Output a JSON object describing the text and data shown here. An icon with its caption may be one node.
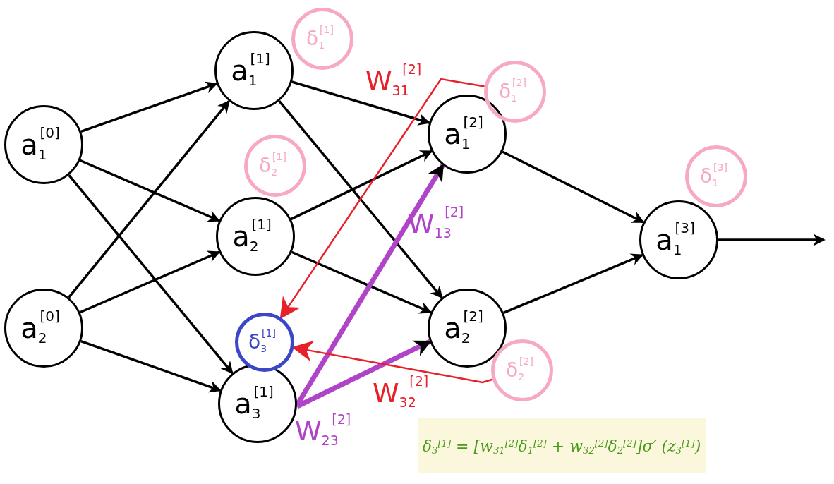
{
  "diagram": {
    "nodes": [
      {
        "text": [
          "a$_{1}$$^{[0]}$"
        ]
      },
      {
        "text": [
          "a$_{2}$$^{[0]}$"
        ]
      },
      {
        "text": [
          "a$_{1}$$^{[1]}$"
        ]
      },
      {
        "text": [
          "a$_{2}$$^{[1]}$"
        ]
      },
      {
        "text": [
          "a$_{3}$$^{[1]}$"
        ]
      },
      {
        "text": [
          "a$_{1}$$^{[2]}$"
        ]
      },
      {
        "text": [
          "a$_{2}$$^{[2]}$"
        ]
      },
      {
        "text": [
          "a$_{1}$$^{[3]}$"
        ]
      },
      {
        "text": [
          "δ$_{1}$$^{[1]}$"
        ]
      },
      {
        "text": [
          "δ$_{2}$$^{[1]}$"
        ]
      },
      {
        "text": [
          "δ$_{1}$$^{[2]}$"
        ]
      },
      {
        "text": [
          "δ$_{1}$$^{[3]}$"
        ]
      },
      {
        "text": [
          "δ$_{3}$$^{[1]}$"
        ]
      },
      {
        "text": [
          "δ$_{2}$$^{[2]}$"
        ]
      },
      {
        "text": [
          "δ$_{3}$$^{[1]}$ = [w$_{31}$$^{[2]}$δ$_{1}$$^{[2]}$ + w$_{32}$$^{[2]}$δ$_{2}$$^{[2]}$]σ′ (z$_{3}$$^{[1]}$)"
        ]
      }
    ],
    "edges": [
      {
        "from": 0,
        "to": 2,
        "arrow": "to"
      },
      {
        "from": 0,
        "to": 3,
        "arrow": "to"
      },
      {
        "from": 0,
        "to": 4,
        "arrow": "to"
      },
      {
        "from": 1,
        "to": 2,
        "arrow": "to"
      },
      {
        "from": 1,
        "to": 3,
        "arrow": "to"
      },
      {
        "from": 1,
        "to": 4,
        "arrow": "to"
      },
      {
        "from": 2,
        "to": 5,
        "arrow": "to"
      },
      {
        "from": 2,
        "to": 6,
        "arrow": "to"
      },
      {
        "from": 3,
        "to": 5,
        "arrow": "to"
      },
      {
        "from": 3,
        "to": 6,
        "arrow": "to"
      },
      {
        "from": 4,
        "to": 5,
        "arrow": "to",
        "style": "thick",
        "color": "#b044c8"
      },
      {
        "from": 4,
        "to": 6,
        "arrow": "to",
        "style": "thick",
        "color": "#b044c8"
      },
      {
        "from": 5,
        "to": 7,
        "arrow": "to"
      },
      {
        "from": 6,
        "to": 7,
        "arrow": "to"
      },
      {
        "from": 7,
        "to": null,
        "arrow": "to"
      },
      {
        "from": 10,
        "to": 12,
        "arrow": "to",
        "color": "#e8202a"
      },
      {
        "from": 13,
        "to": 12,
        "arrow": "to",
        "color": "#e8202a"
      }
    ],
    "labels": [
      "W$_{31}$$^{[2]}$",
      "W$_{13}$$^{[2]}$",
      "W$_{32}$$^{[2]}$",
      "W$_{23}$$^{[2]}$"
    ]
  }
}
